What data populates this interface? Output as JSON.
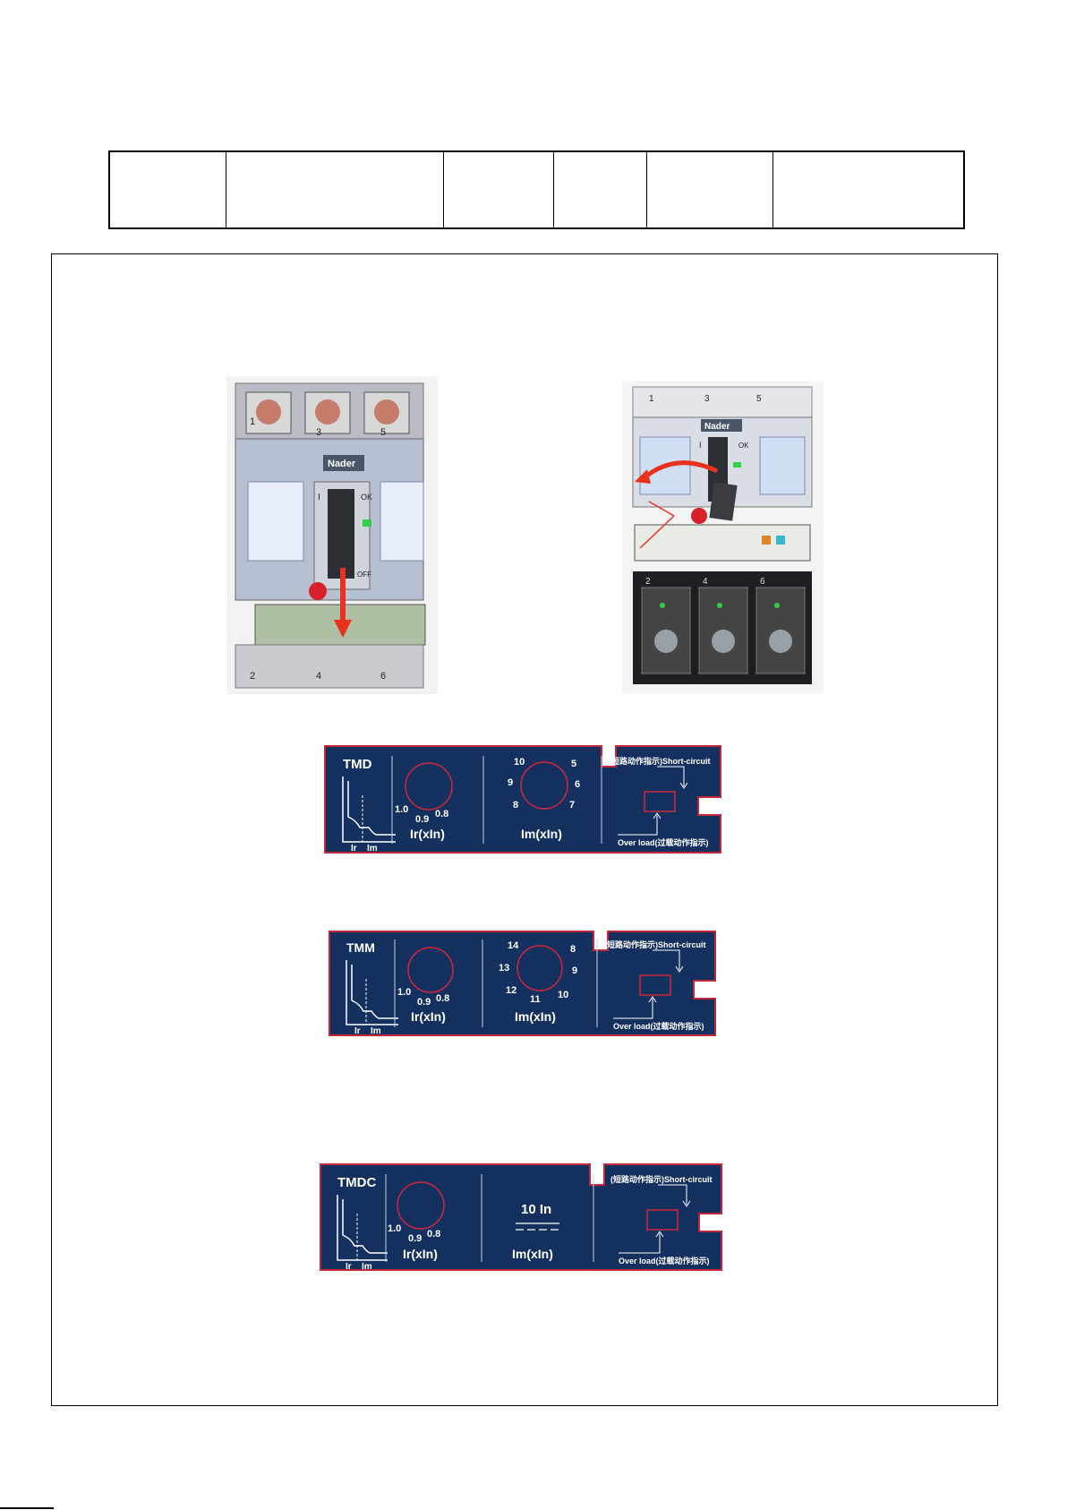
{
  "header_table": {
    "cells": [
      "",
      "",
      "",
      "",
      "",
      ""
    ]
  },
  "colors": {
    "panel_bg": "#14305f",
    "panel_border": "#c0283a",
    "dial_ring": "#d0283a",
    "arrow_red": "#e8321e"
  },
  "photos": [
    {
      "brand": "Nader",
      "terminals_top": [
        "1",
        "3",
        "5"
      ],
      "terminals_bottom": [
        "2",
        "4",
        "6"
      ],
      "handle_on": "I",
      "handle_off": "OFF",
      "ok_label": "OK"
    },
    {
      "brand": "Nader",
      "terminals_top": [
        "1",
        "3",
        "5"
      ],
      "terminals_bottom": [
        "2",
        "4",
        "6"
      ],
      "handle_on": "I",
      "ok_label": "OK"
    }
  ],
  "panels": [
    {
      "type": "TMD",
      "ir_values": [
        "1.0",
        "0.9",
        "0.8"
      ],
      "ir_label": "Ir(xIn)",
      "im_values": [
        "10",
        "5",
        "9",
        "6",
        "8",
        "7"
      ],
      "im_label": "Im(xIn)",
      "curve_labels": [
        "Ir",
        "Im"
      ],
      "short_circuit": "(短路动作指示)Short-circuit",
      "over_load": "Over load(过载动作指示)"
    },
    {
      "type": "TMM",
      "ir_values": [
        "1.0",
        "0.9",
        "0.8"
      ],
      "ir_label": "Ir(xIn)",
      "im_values": [
        "14",
        "8",
        "13",
        "9",
        "12",
        "11",
        "10"
      ],
      "im_label": "Im(xIn)",
      "curve_labels": [
        "Ir",
        "Im"
      ],
      "short_circuit": "(短路动作指示)Short-circuit",
      "over_load": "Over load(过载动作指示)"
    },
    {
      "type": "TMDC",
      "ir_values": [
        "1.0",
        "0.9",
        "0.8"
      ],
      "ir_label": "Ir(xIn)",
      "im_fixed": "10 In",
      "im_label": "Im(xIn)",
      "curve_labels": [
        "Ir",
        "Im"
      ],
      "short_circuit": "(短路动作指示)Short-circuit",
      "over_load": "Over load(过载动作指示)"
    }
  ]
}
